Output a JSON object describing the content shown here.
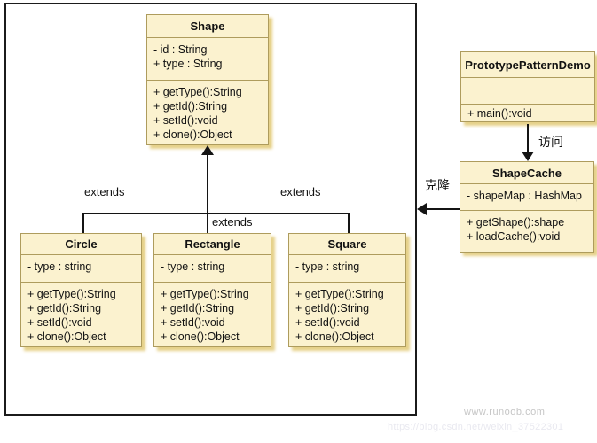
{
  "diagram": {
    "classes": [
      {
        "name": "Shape",
        "attributes": [
          "- id : String",
          "+ type : String"
        ],
        "methods": [
          "+ getType():String",
          "+ getId():String",
          "+ setId():void",
          "+ clone():Object"
        ]
      },
      {
        "name": "PrototypePatternDemo",
        "attributes": [],
        "methods": [
          "+ main():void"
        ]
      },
      {
        "name": "ShapeCache",
        "attributes": [
          "- shapeMap : HashMap"
        ],
        "methods": [
          "+ getShape():shape",
          "+ loadCache():void"
        ]
      },
      {
        "name": "Circle",
        "attributes": [
          "- type : string"
        ],
        "methods": [
          "+ getType():String",
          "+ getId():String",
          "+ setId():void",
          "+ clone():Object"
        ]
      },
      {
        "name": "Rectangle",
        "attributes": [
          "- type : string"
        ],
        "methods": [
          "+ getType():String",
          "+ getId():String",
          "+ setId():void",
          "+ clone():Object"
        ]
      },
      {
        "name": "Square",
        "attributes": [
          "- type : string"
        ],
        "methods": [
          "+ getType():String",
          "+ getId():String",
          "+ setId():void",
          "+ clone():Object"
        ]
      }
    ],
    "labels": {
      "extends_left": "extends",
      "extends_middle": "extends",
      "extends_right": "extends",
      "visit": "访问",
      "clone": "克隆"
    },
    "relations": [
      {
        "from": "Circle",
        "to": "Shape",
        "type": "extends"
      },
      {
        "from": "Rectangle",
        "to": "Shape",
        "type": "extends"
      },
      {
        "from": "Square",
        "to": "Shape",
        "type": "extends"
      },
      {
        "from": "PrototypePatternDemo",
        "to": "ShapeCache",
        "type": "访问"
      },
      {
        "from": "ShapeCache",
        "to": "Shape hierarchy",
        "type": "克隆"
      }
    ],
    "watermark": {
      "site": "www.runoob.com",
      "url": "https://blog.csdn.net/weixin_37522301"
    },
    "colors": {
      "box_fill": "#FBF2CF",
      "box_border": "#AE9C5D",
      "box_shadow": "#E6D189",
      "line_color": "#141414"
    }
  }
}
